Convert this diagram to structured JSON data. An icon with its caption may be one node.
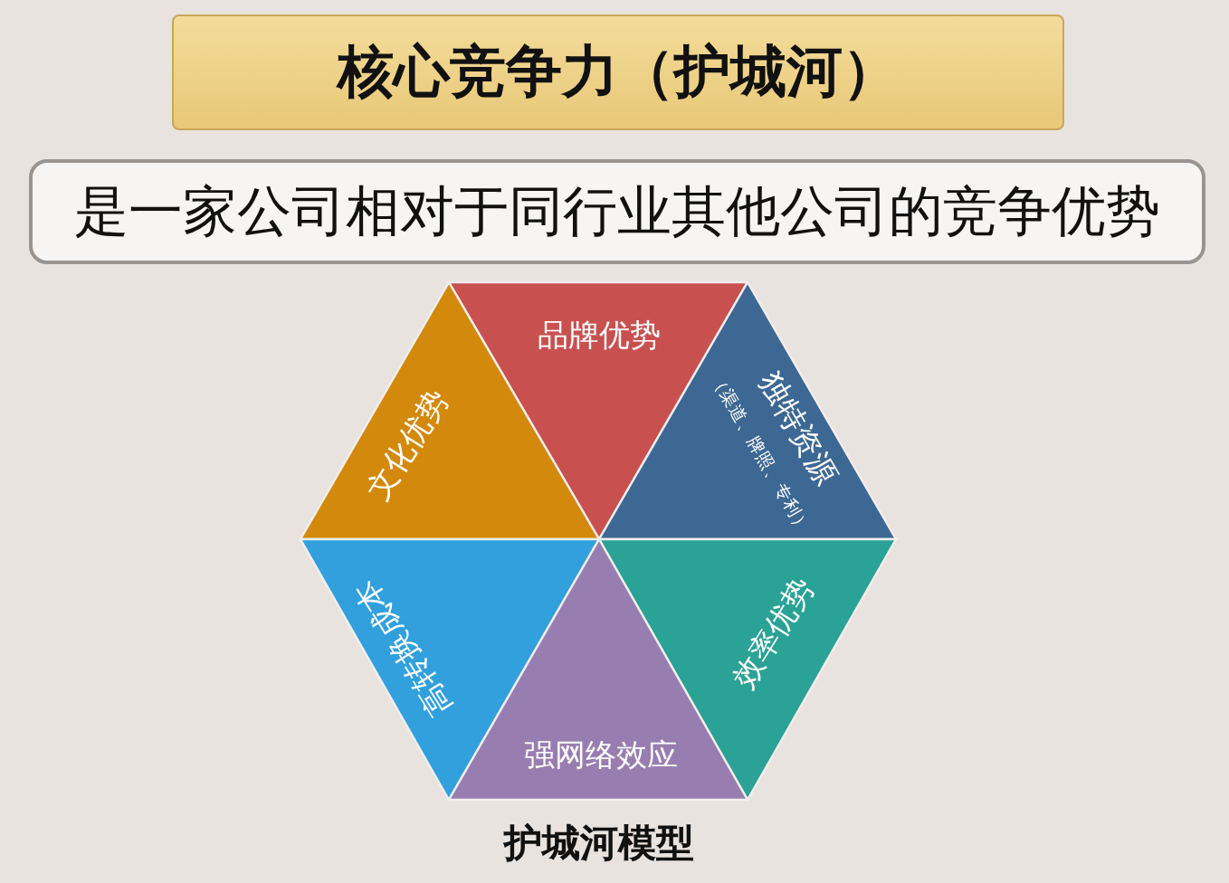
{
  "diagram": {
    "nodes": [
      {
        "text": [
          "核心竞争力（护城河）"
        ]
      },
      {
        "text": [
          "是一家公司相对于同行业其他公司的竞争优势"
        ]
      },
      {
        "text": [
          "品牌优势"
        ]
      },
      {
        "text": [
          "文化优势"
        ]
      },
      {
        "text": [
          "独特资源",
          "（渠道、牌照、专利）"
        ]
      },
      {
        "text": [
          "高转换成本"
        ]
      },
      {
        "text": [
          "效率优势"
        ]
      },
      {
        "text": [
          "强网络效应"
        ]
      }
    ],
    "labels": [
      "护城河模型"
    ]
  }
}
